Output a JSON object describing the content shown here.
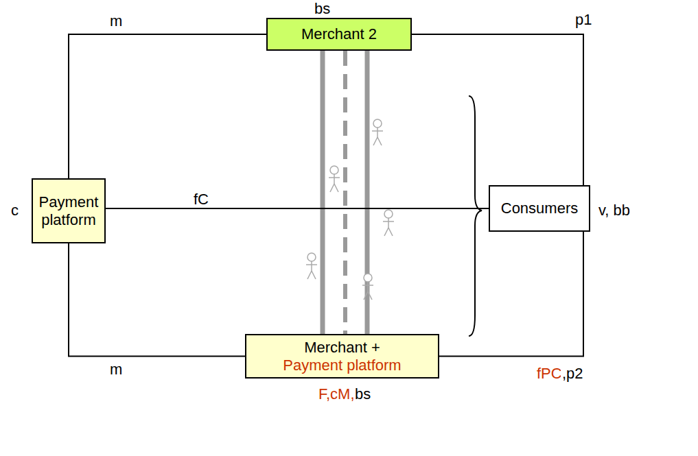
{
  "diagram": {
    "nodes": [
      {
        "text": [
          "Merchant 2"
        ]
      },
      {
        "text": [
          "Payment platform"
        ]
      },
      {
        "text": [
          "Consumers"
        ]
      },
      {
        "text": [
          "Merchant +",
          "Payment platform"
        ]
      }
    ],
    "edges": [
      {
        "from": 1,
        "to": 0,
        "arrow": "none",
        "label": "m"
      },
      {
        "from": 1,
        "to": 3,
        "arrow": "none",
        "label": "m"
      },
      {
        "from": 1,
        "to": 2,
        "arrow": "none",
        "label": "fC"
      },
      {
        "from": 0,
        "to": 2,
        "arrow": "none",
        "label": "p1"
      },
      {
        "from": 3,
        "to": 2,
        "arrow": "none",
        "label": "fPC"
      }
    ],
    "labels": [
      "bs",
      "c",
      "v, bb",
      "F,cM,",
      "bs",
      ",p2"
    ]
  }
}
